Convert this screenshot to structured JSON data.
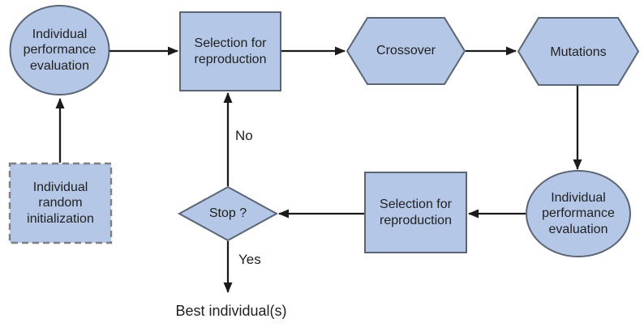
{
  "diagram": {
    "type": "flowchart",
    "nodes": [
      {
        "id": "performance-evaluation-1",
        "shape": "ellipse",
        "label": "Individual performance evaluation"
      },
      {
        "id": "selection-reproduction-1",
        "shape": "rectangle",
        "label": "Selection for reproduction"
      },
      {
        "id": "crossover",
        "shape": "hexagon",
        "label": "Crossover"
      },
      {
        "id": "mutations",
        "shape": "hexagon",
        "label": "Mutations"
      },
      {
        "id": "random-initialization",
        "shape": "dashed-rectangle",
        "label": "Individual random initialization"
      },
      {
        "id": "stop-decision",
        "shape": "diamond",
        "label": "Stop ?"
      },
      {
        "id": "selection-reproduction-2",
        "shape": "rectangle",
        "label": "Selection for reproduction"
      },
      {
        "id": "performance-evaluation-2",
        "shape": "ellipse",
        "label": "Individual performance evaluation"
      }
    ],
    "edge_labels": {
      "no": "No",
      "yes": "Yes"
    },
    "output_text": "Best individual(s)",
    "colors": {
      "node_fill": "#b5c7e6",
      "node_border": "#5a6575",
      "dashed_border": "#7f7f7f",
      "arrow": "#1b1b1b",
      "text": "#1f1f1f",
      "background": "#ffffff"
    }
  }
}
